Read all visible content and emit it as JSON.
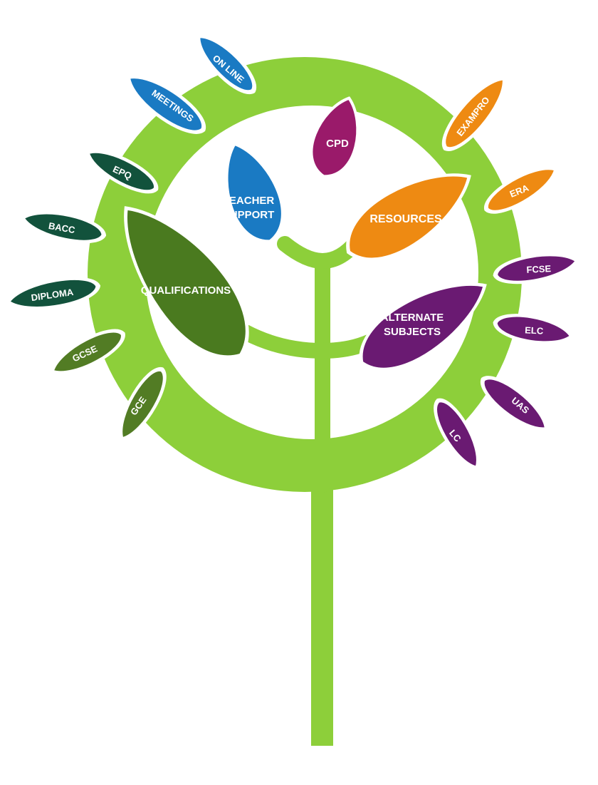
{
  "colors": {
    "tree_green": "#8dcf3a",
    "canopy_white": "#ffffff",
    "qualifications": "#4a7a1f",
    "dark_teal": "#12523c",
    "olive": "#527c24",
    "blue": "#1a7ac3",
    "magenta": "#9a1a6a",
    "orange": "#ee8a12",
    "purple": "#6a1a72"
  },
  "leaves": {
    "cpd": "CPD",
    "teacher_support_line1": "TEACHER",
    "teacher_support_line2": "SUPPORT",
    "resources": "RESOURCES",
    "qualifications": "QUALIFICATIONS",
    "alternate_subjects_line1": "ALTERNATE",
    "alternate_subjects_line2": "SUBJECTS",
    "online": "ON LINE",
    "meetings": "MEETINGS",
    "epq": "EPQ",
    "bacc": "BACC",
    "diploma": "DIPLOMA",
    "gcse": "GCSE",
    "gce": "GCE",
    "exampro": "EXAMPRO",
    "era": "ERA",
    "fcse": "FCSE",
    "elc": "ELC",
    "uas": "UAS",
    "lc": "LC"
  }
}
